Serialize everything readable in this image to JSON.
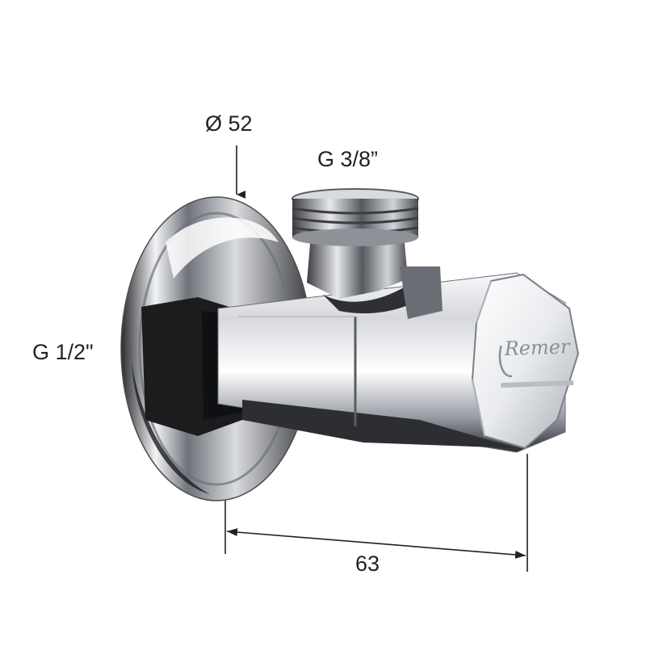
{
  "labels": {
    "diameter": "Ø 52",
    "outlet_thread": "G 3/8”",
    "inlet_thread": "G 1/2\"",
    "length": "63"
  },
  "logo": {
    "brand": "Remer"
  },
  "colors": {
    "chrome_dark": "#1c1c1e",
    "chrome_mid": "#8c9097",
    "chrome_light": "#f4f5f7",
    "line": "#222222"
  }
}
